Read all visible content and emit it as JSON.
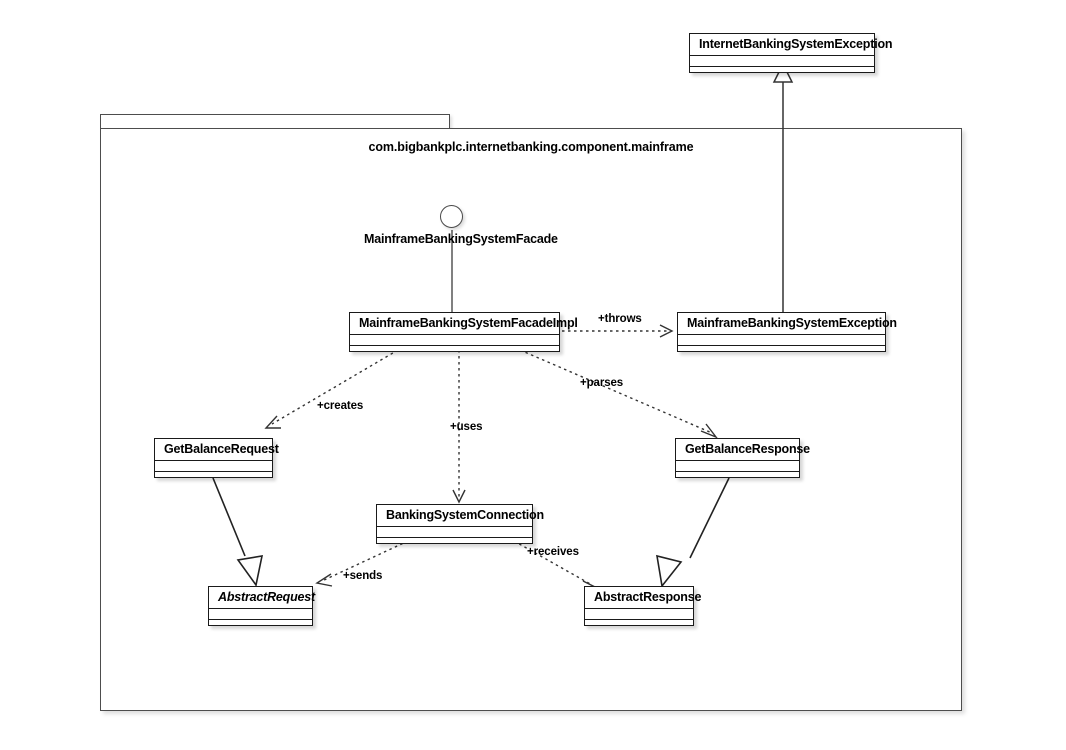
{
  "diagram": {
    "kind": "uml-class-diagram",
    "background": "#ffffff",
    "line_color": "#1a1a1a",
    "frame_color": "#4d4d4d"
  },
  "package": {
    "name": "com.bigbankplc.internetbanking.component.mainframe"
  },
  "external_classes": [
    {
      "id": "internet-banking-system-exception",
      "name": "InternetBankingSystemException",
      "abstract": false
    }
  ],
  "interfaces": [
    {
      "id": "mainframe-banking-system-facade",
      "name": "MainframeBankingSystemFacade",
      "notation": "lollipop"
    }
  ],
  "classes": [
    {
      "id": "mainframe-banking-system-facade-impl",
      "name": "MainframeBankingSystemFacadeImpl",
      "abstract": false
    },
    {
      "id": "mainframe-banking-system-exception",
      "name": "MainframeBankingSystemException",
      "abstract": false
    },
    {
      "id": "get-balance-request",
      "name": "GetBalanceRequest",
      "abstract": false
    },
    {
      "id": "get-balance-response",
      "name": "GetBalanceResponse",
      "abstract": false
    },
    {
      "id": "banking-system-connection",
      "name": "BankingSystemConnection",
      "abstract": false
    },
    {
      "id": "abstract-request",
      "name": "AbstractRequest",
      "abstract": true
    },
    {
      "id": "abstract-response",
      "name": "AbstractResponse",
      "abstract": false
    }
  ],
  "relationships": [
    {
      "id": "rel-throws",
      "from": "mainframe-banking-system-facade-impl",
      "to": "mainframe-banking-system-exception",
      "type": "dependency",
      "label": "+throws"
    },
    {
      "id": "rel-creates",
      "from": "mainframe-banking-system-facade-impl",
      "to": "get-balance-request",
      "type": "dependency",
      "label": "+creates"
    },
    {
      "id": "rel-uses",
      "from": "mainframe-banking-system-facade-impl",
      "to": "banking-system-connection",
      "type": "dependency",
      "label": "+uses"
    },
    {
      "id": "rel-parses",
      "from": "mainframe-banking-system-facade-impl",
      "to": "get-balance-response",
      "type": "dependency",
      "label": "+parses"
    },
    {
      "id": "rel-sends",
      "from": "banking-system-connection",
      "to": "abstract-request",
      "type": "dependency",
      "label": "+sends"
    },
    {
      "id": "rel-receives",
      "from": "banking-system-connection",
      "to": "abstract-response",
      "type": "dependency",
      "label": "+receives"
    },
    {
      "id": "rel-gen-request",
      "from": "get-balance-request",
      "to": "abstract-request",
      "type": "generalization",
      "label": ""
    },
    {
      "id": "rel-gen-response",
      "from": "get-balance-response",
      "to": "abstract-response",
      "type": "generalization",
      "label": ""
    },
    {
      "id": "rel-gen-exception",
      "from": "mainframe-banking-system-exception",
      "to": "internet-banking-system-exception",
      "type": "generalization",
      "label": ""
    },
    {
      "id": "rel-realize-facade",
      "from": "mainframe-banking-system-facade-impl",
      "to": "mainframe-banking-system-facade",
      "type": "realization-lollipop",
      "label": ""
    }
  ],
  "edge_labels": {
    "throws": "+throws",
    "creates": "+creates",
    "uses": "+uses",
    "parses": "+parses",
    "sends": "+sends",
    "receives": "+receives"
  }
}
